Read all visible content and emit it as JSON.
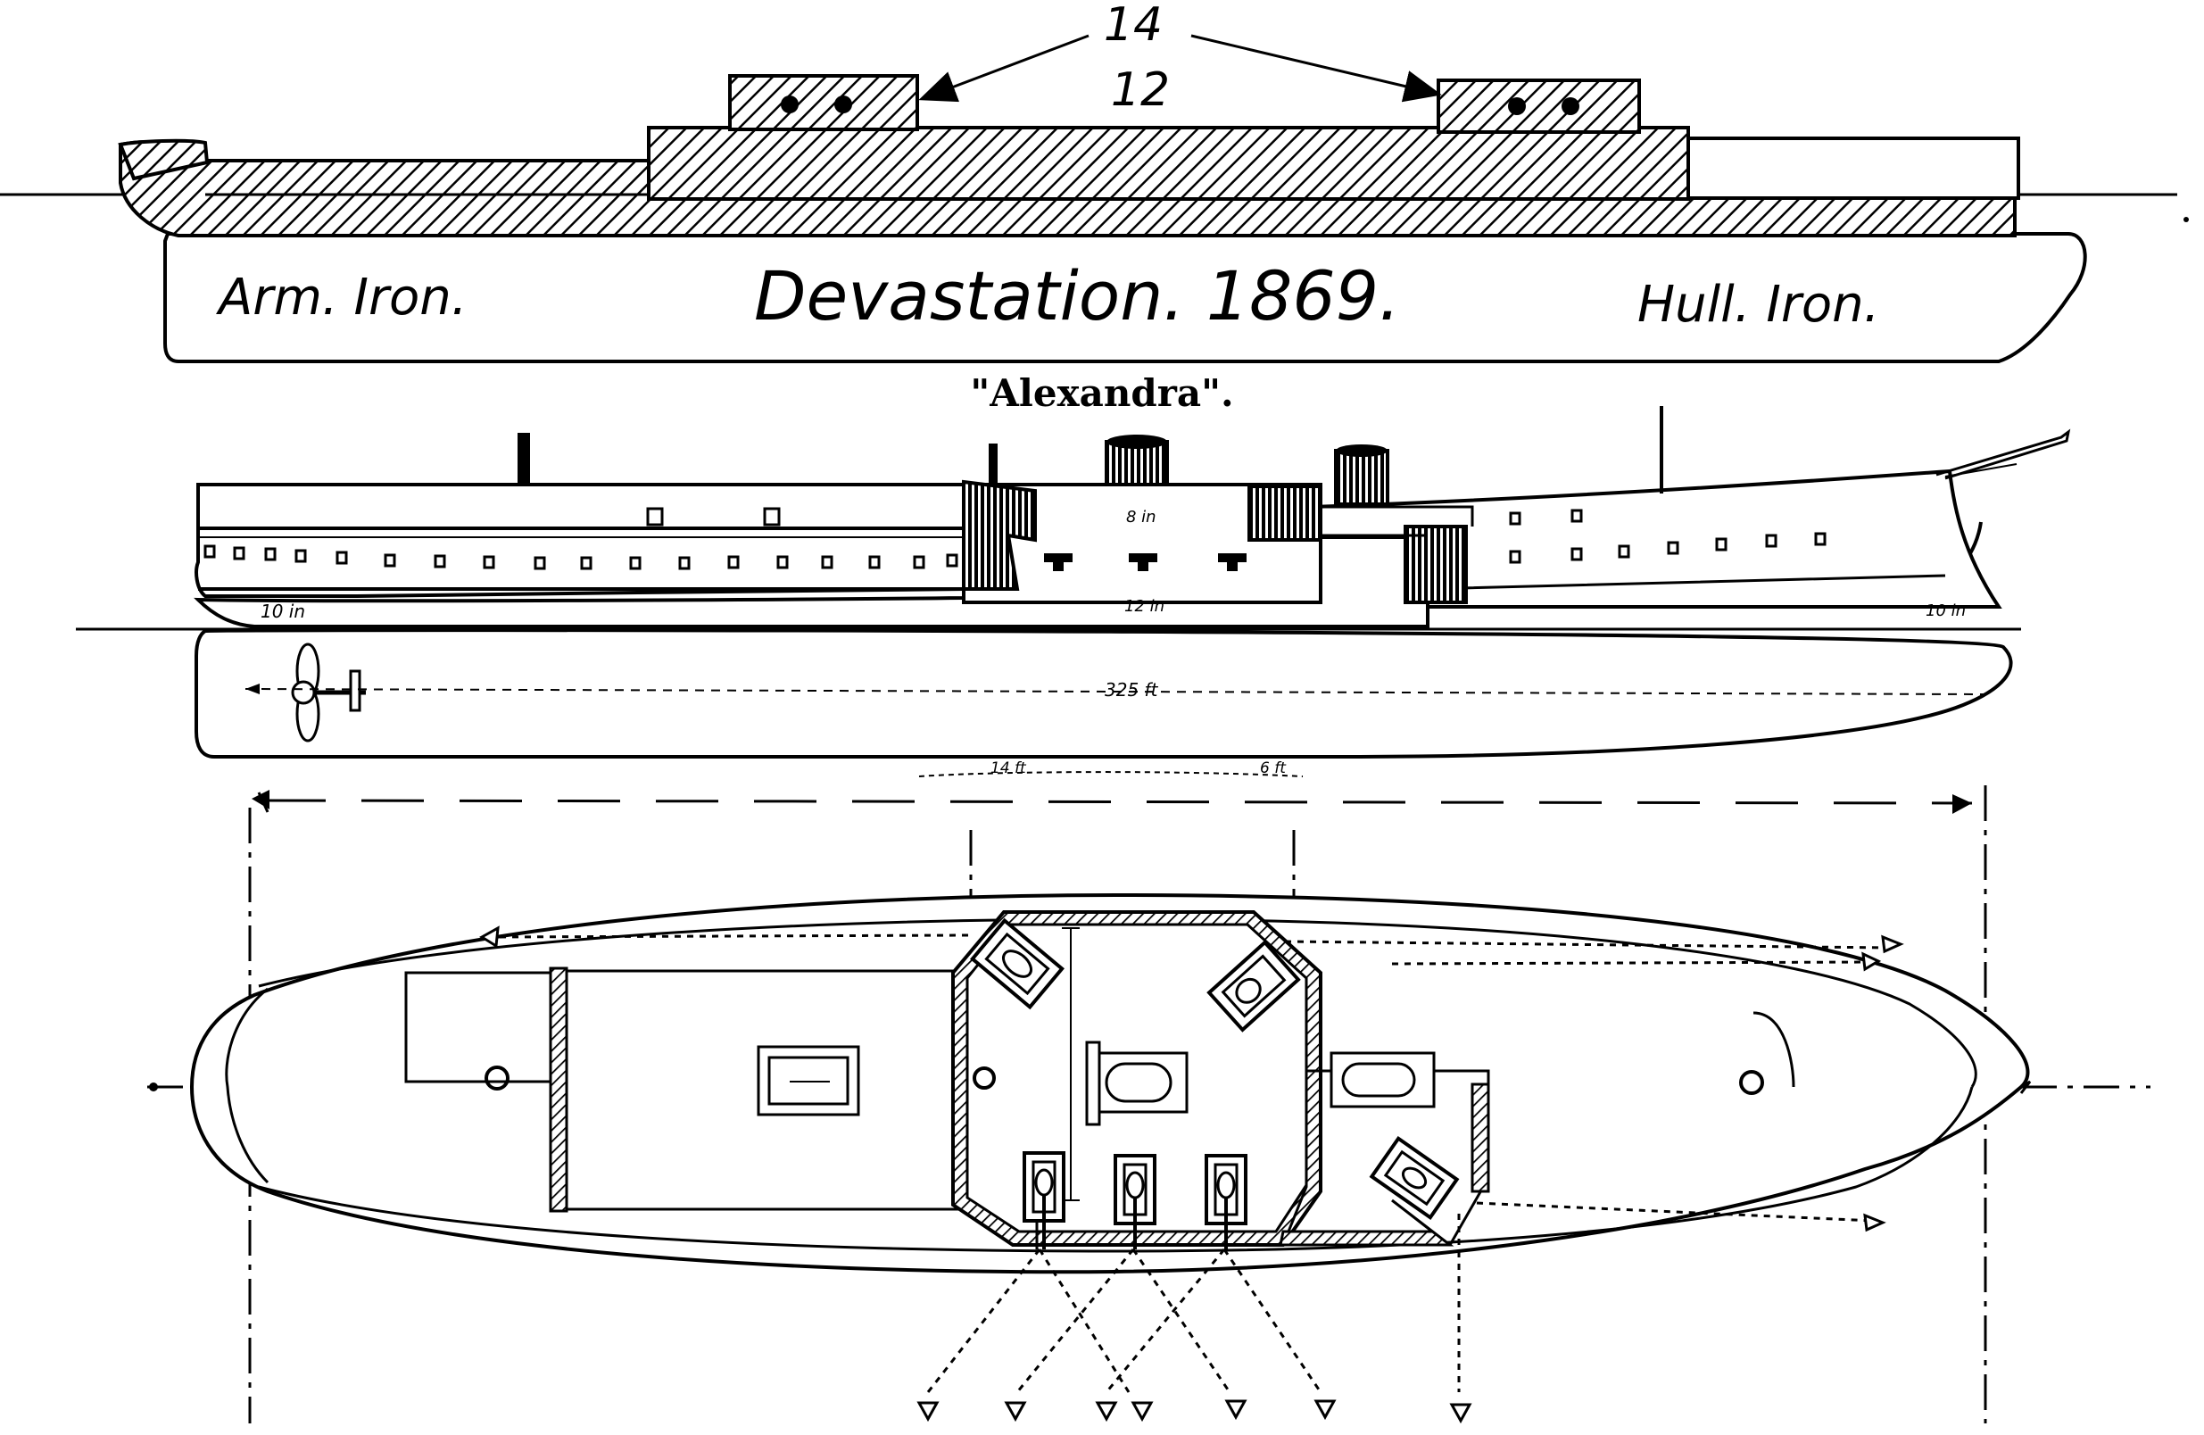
{
  "devastation": {
    "title": "Devastation. 1869.",
    "left_label": "Arm. Iron.",
    "right_label": "Hull. Iron.",
    "armor_upper": "14",
    "armor_lower": "12"
  },
  "alexandra": {
    "title": "\"Alexandra\".",
    "belt_bow": "10 in",
    "belt_stern": "10 in",
    "battery_upper": "8 in",
    "battery_lower": "12 in",
    "length": "325 ft",
    "dim_a": "14 ft",
    "dim_b": "6 ft"
  },
  "colors": {
    "ink": "#000000",
    "paper": "#ffffff"
  }
}
